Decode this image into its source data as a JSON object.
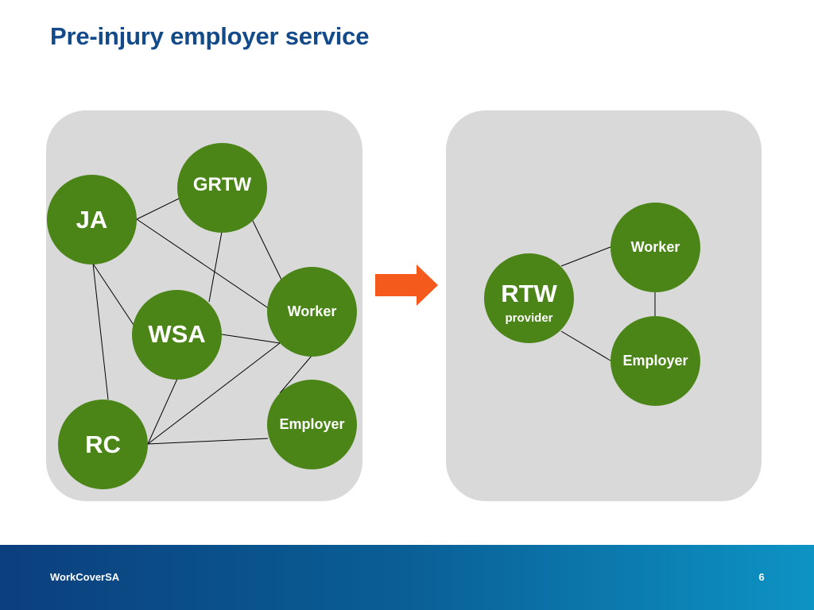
{
  "title": "Pre-injury employer service",
  "before": {
    "nodes": {
      "grtw": "GRTW",
      "ja": "JA",
      "worker": "Worker",
      "wsa": "WSA",
      "rc": "RC",
      "employer": "Employer"
    }
  },
  "after": {
    "rtw": "RTW",
    "rtw_sub": "provider",
    "worker": "Worker",
    "employer": "Employer"
  },
  "footer": {
    "brand": "WorkCoverSA",
    "page": "6"
  },
  "colors": {
    "title": "#124a8a",
    "node": "#4b8518",
    "panel": "#d9d9d9",
    "arrow": "#f45a1b",
    "footer_left": "#0b3f7d",
    "footer_right": "#0d93c4"
  }
}
